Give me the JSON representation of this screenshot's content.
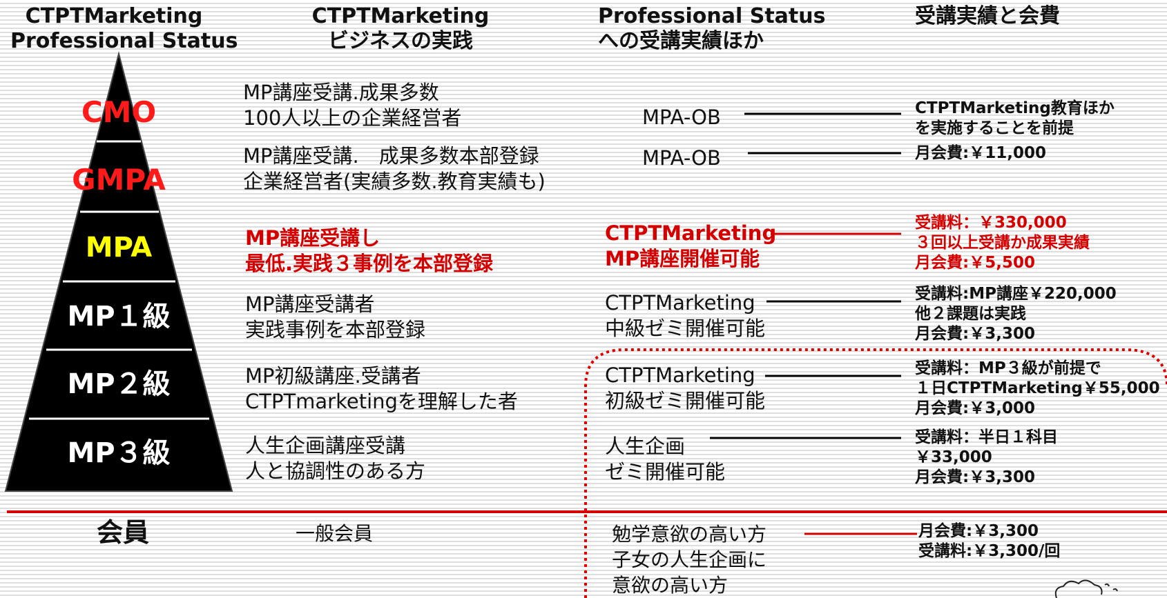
{
  "headers": {
    "col1": [
      "CTPTMarketing",
      "Professional Status"
    ],
    "col2": [
      "CTPTMarketing",
      "ビジネスの実践"
    ],
    "col3": [
      "Professional Status",
      "への受講実績ほか"
    ],
    "col4": "受講実績と会費"
  },
  "levels": [
    {
      "label": "CMO",
      "color": "#ff1a1a",
      "practice": [
        "MP講座受講.成果多数",
        "100人以上の企業経営者"
      ],
      "status": [
        "MPA-OB"
      ],
      "fees": [
        "CTPTMarketing教育ほか",
        "を実施することを前提"
      ]
    },
    {
      "label": "GMPA",
      "color": "#ff1a1a",
      "practice": [
        "MP講座受講.　成果多数本部登録",
        "企業経営者(実績多数.教育実績も)"
      ],
      "status": [
        "MPA-OB"
      ],
      "fees": [
        "月会費:￥11,000"
      ]
    },
    {
      "label": "MPA",
      "color": "#ffff00",
      "practice": [
        "MP講座受講し",
        "最低.実践３事例を本部登録"
      ],
      "status": [
        "CTPTMarketing",
        "MP講座開催可能"
      ],
      "fees": [
        "受講料：￥330,000",
        "３回以上受講か成果実績",
        "月会費:￥5,500"
      ]
    },
    {
      "label": "MP１級",
      "color": "#ffffff",
      "practice": [
        "MP講座受講者",
        "実践事例を本部登録"
      ],
      "status": [
        "CTPTMarketing",
        "中級ゼミ開催可能"
      ],
      "fees": [
        "受講料:MP講座￥220,000",
        "他２課題は実践",
        "月会費:￥3,300"
      ]
    },
    {
      "label": "MP２級",
      "color": "#ffffff",
      "practice": [
        "MP初級講座.受講者",
        "CTPTmarketingを理解した者"
      ],
      "status": [
        "CTPTMarketing",
        "初級ゼミ開催可能"
      ],
      "fees": [
        "受講料：MP３級が前提で",
        "１日CTPTMarketing￥55,000",
        "月会費:￥3,000"
      ]
    },
    {
      "label": "MP３級",
      "color": "#ffffff",
      "practice": [
        "人生企画講座受講",
        "人と協調性のある方"
      ],
      "status": [
        "人生企画",
        "ゼミ開催可能"
      ],
      "fees": [
        "受講料：半日１科目",
        "￥33,000",
        "月会費:￥3,300"
      ]
    }
  ],
  "member": {
    "label": "会員",
    "practice": "一般会員",
    "status": [
      "勉学意欲の高い方",
      "子女の人生企画に",
      "意欲の高い方"
    ],
    "fees": [
      "月会費:￥3,300",
      "受講料:￥3,300/回"
    ]
  },
  "colors": {
    "accent_red": "#d40000",
    "pyramid": "#000000",
    "level_yellow": "#ffff00",
    "level_red": "#ff1a1a"
  }
}
